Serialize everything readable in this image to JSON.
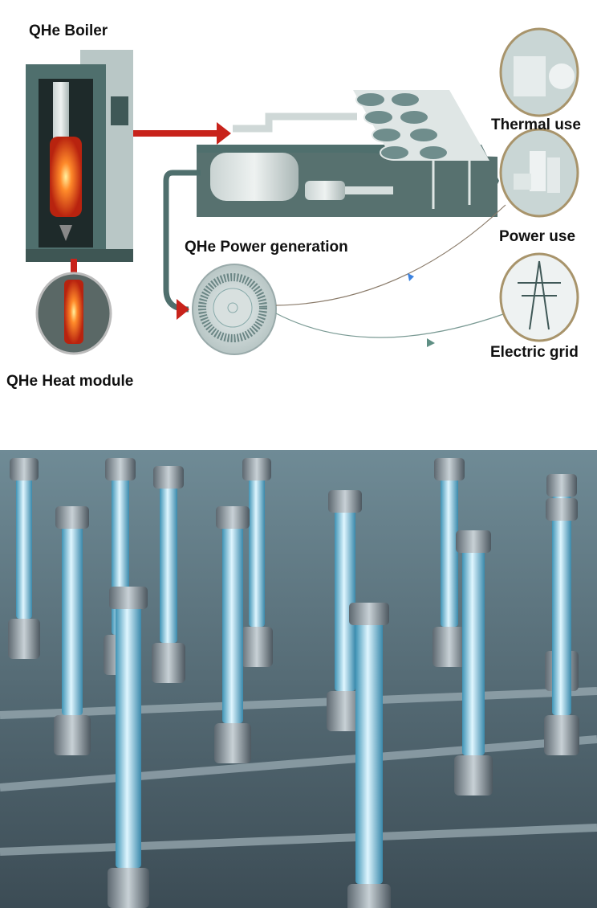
{
  "diagram": {
    "labels": {
      "boiler": "QHe Boiler",
      "thermal_use": "Thermal use",
      "power_use": "Power use",
      "power_generation": "QHe Power generation",
      "electric_grid": "Electric grid",
      "heat_module": "QHe Heat module"
    },
    "colors": {
      "teal": "#4f6f6d",
      "hot": "#e8401c",
      "arrow": "#c8231b",
      "glow": "#8fd6ee"
    }
  }
}
